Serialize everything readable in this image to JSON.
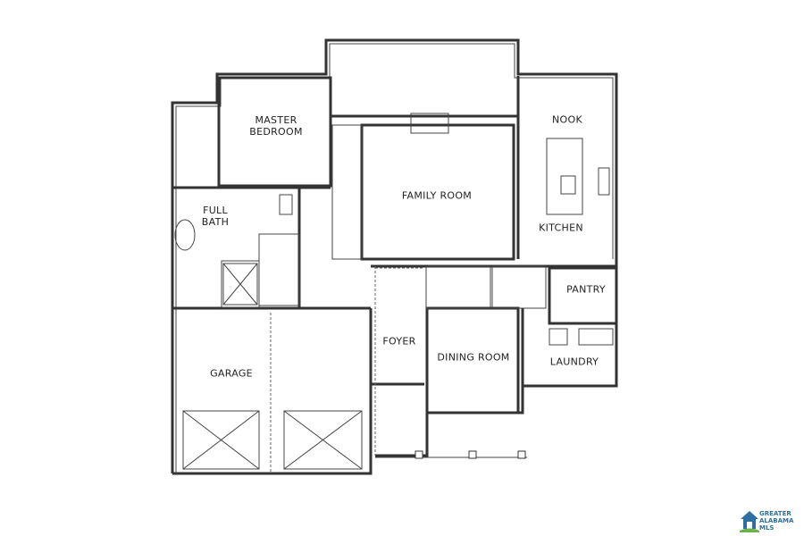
{
  "rooms": {
    "master_bedroom": "MASTER\nBEDROOM",
    "full_bath": "FULL\nBATH",
    "family_room": "FAMILY ROOM",
    "nook": "NOOK",
    "kitchen": "KITCHEN",
    "pantry": "PANTRY",
    "garage": "GARAGE",
    "foyer": "FOYER",
    "dining_room": "DINING ROOM",
    "laundry": "LAUNDRY"
  },
  "logo": {
    "text": "GREATER ALABAMA MLS",
    "color": "#2f6f9f",
    "accent": "#6bb34a"
  }
}
